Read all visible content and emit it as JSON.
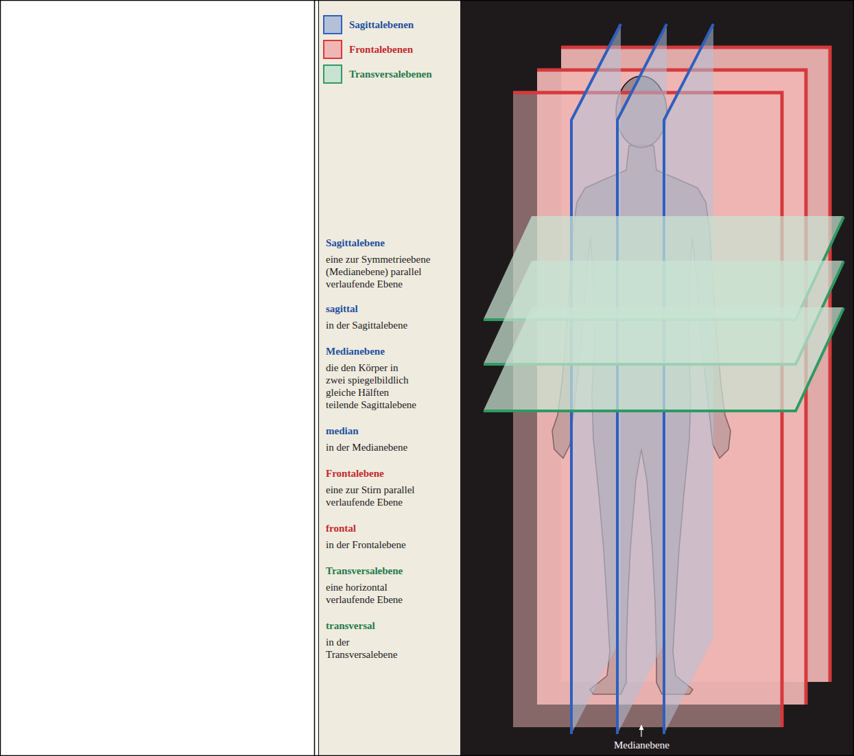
{
  "diagram": {
    "labels": [
      "Sagittalebene",
      "eine zur Symmetrieebene (Medianebene) parallel verlaufende Ebene",
      "sagittal",
      "in der Sagittalebene",
      "Medianebene",
      "die den Körper in zwei spiegelbildlich gleiche Hälften teilende Sagittalebene",
      "median",
      "in der Medianebene",
      "Frontalebene",
      "eine zur Stirn parallel verlaufende Ebene",
      "frontal",
      "in der Frontalebene",
      "Transversalebene",
      "eine horizontal verlaufende Ebene",
      "transversal",
      "in der Transversalebene",
      "Medianebene"
    ],
    "legend": [
      {
        "text": "Sagittalebenen",
        "color": "#b3c1d8"
      },
      {
        "text": "Frontalebenen",
        "color": "#f0b6b4"
      },
      {
        "text": "Transversalebenen",
        "color": "#c9e3d3"
      }
    ]
  }
}
